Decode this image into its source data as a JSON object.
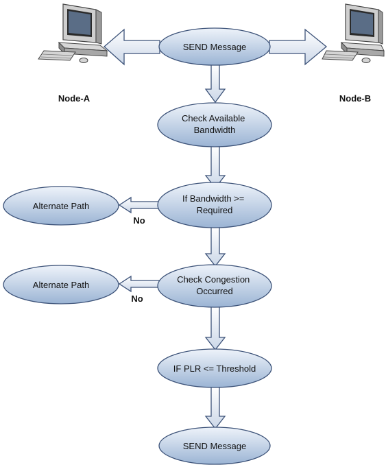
{
  "nodes": {
    "send_top": [
      "SEND Message"
    ],
    "check_bw": [
      "Check Available",
      "Bandwidth"
    ],
    "if_bw": [
      "If Bandwidth >=",
      "Required"
    ],
    "check_cong": [
      "Check Congestion",
      "Occurred"
    ],
    "if_plr": [
      "IF PLR <= Threshold"
    ],
    "send_bottom": [
      "SEND Message"
    ],
    "alt1": [
      "Alternate Path"
    ],
    "alt2": [
      "Alternate Path"
    ]
  },
  "labels": {
    "node_a": "Node-A",
    "node_b": "Node-B",
    "no1": "No",
    "no2": "No"
  },
  "colors": {
    "ellipse_top": "#eef3fa",
    "ellipse_bottom": "#9bb4d4",
    "stroke": "#3c5278",
    "arrow_fill": "#dde6f2"
  },
  "icons": [
    "computer-icon",
    "computer-icon"
  ]
}
